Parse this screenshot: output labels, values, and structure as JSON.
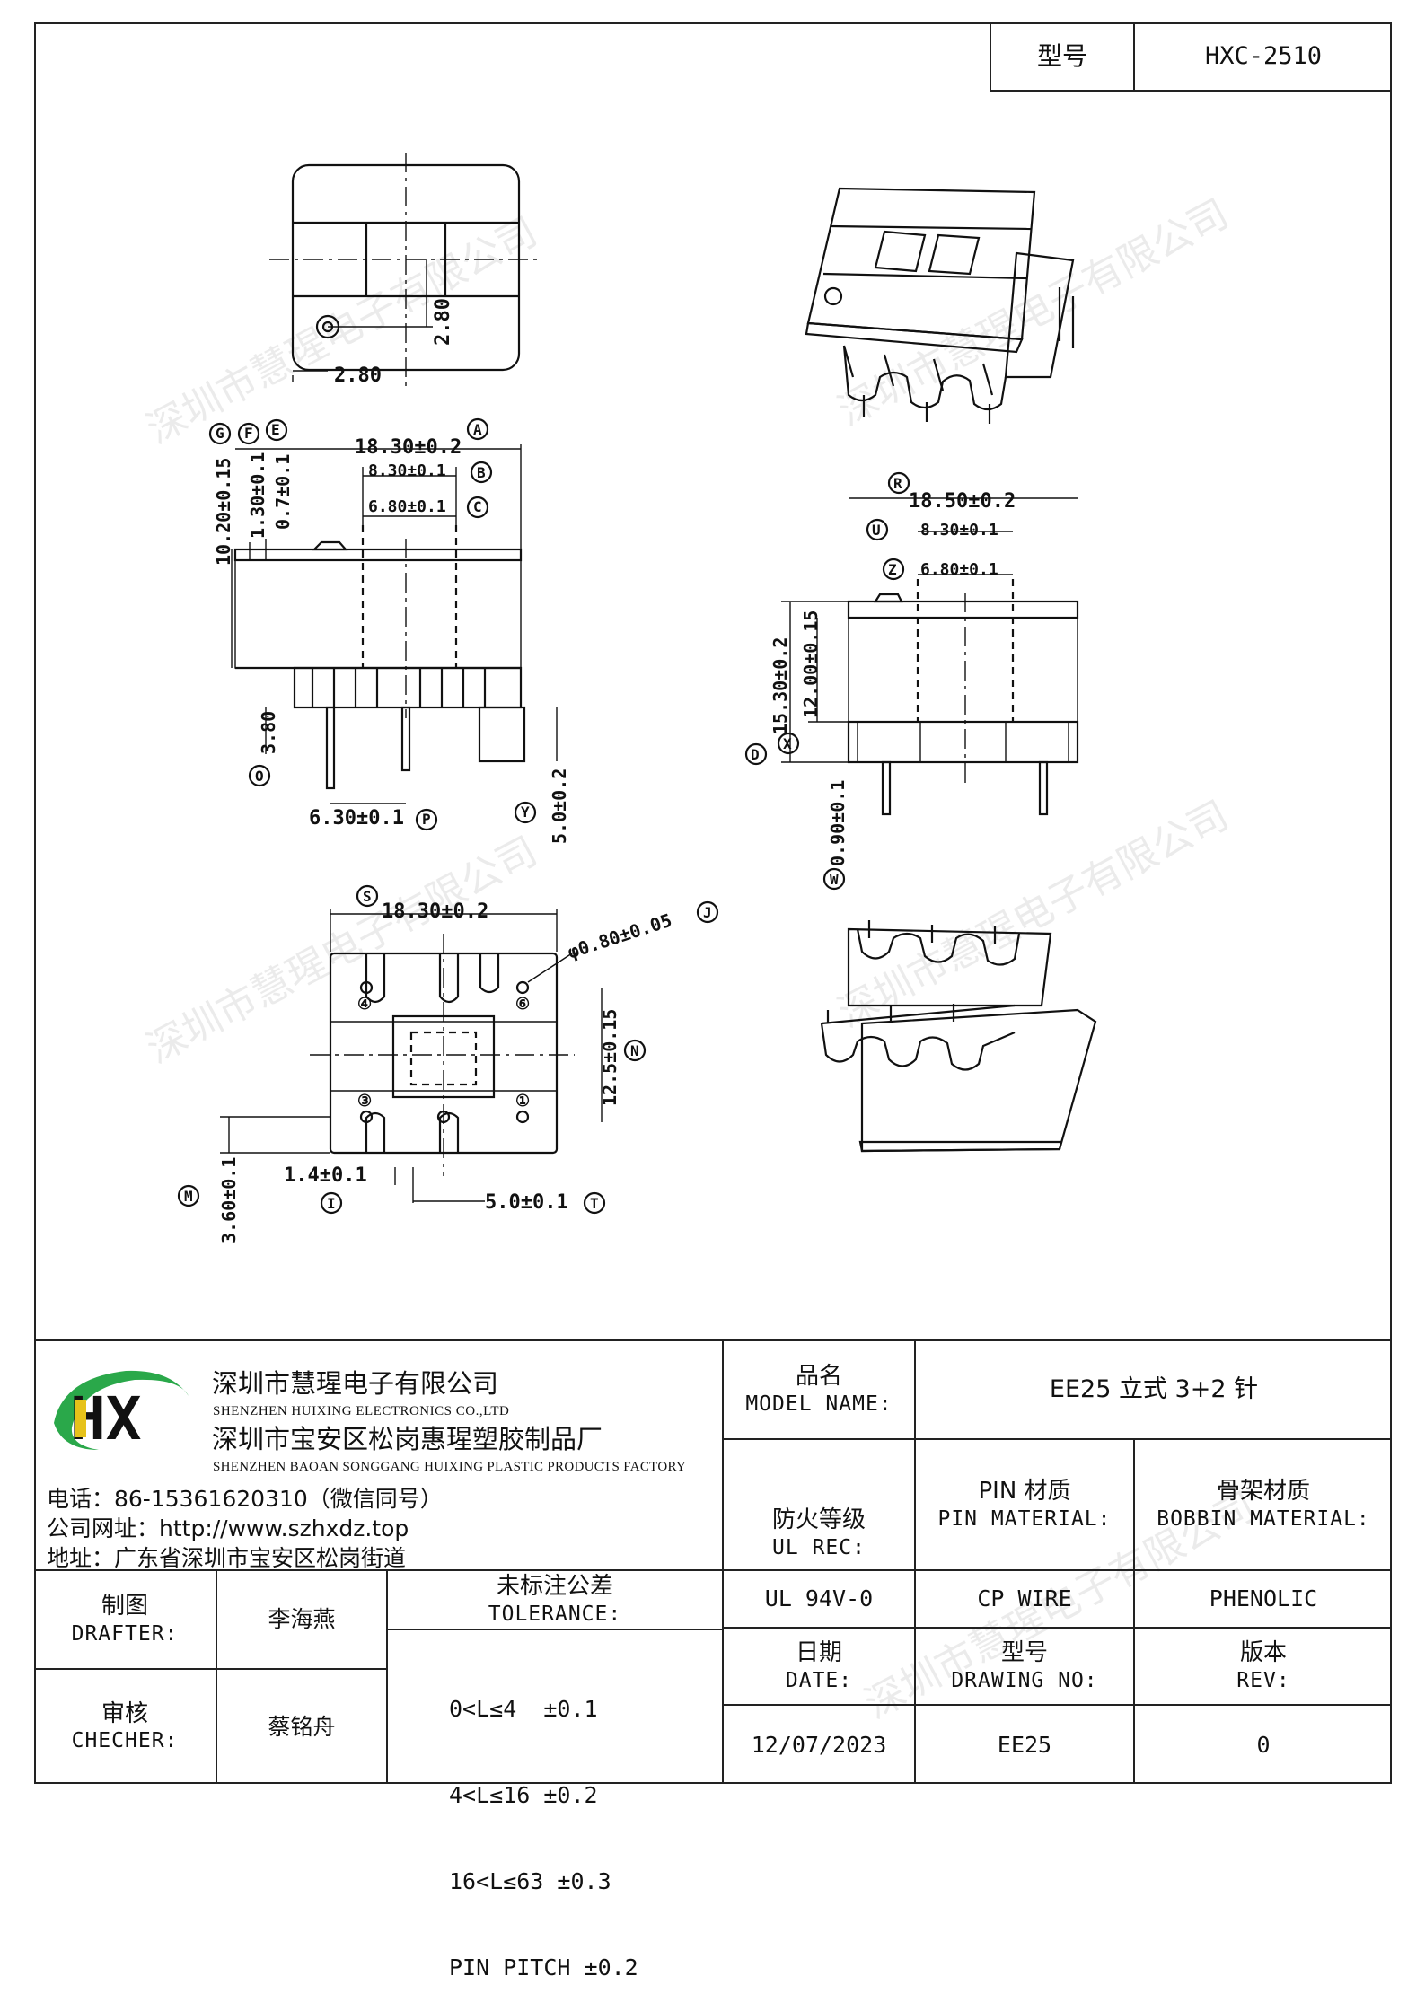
{
  "header": {
    "model_label": "型号",
    "model_value": "HXC-2510"
  },
  "watermark": "深圳市慧瑆电子有限公司",
  "drawing": {
    "top_view": {
      "dim_h": "2.80",
      "dim_v": "2.80"
    },
    "front_view": {
      "dim_a": "18.30±0.2",
      "label_a": "A",
      "dim_b": "8.30±0.1",
      "label_b": "B",
      "dim_c": "6.80±0.1",
      "label_c": "C",
      "dim_g": "10.20±0.15",
      "label_g": "G",
      "dim_f": "1.30±0.1",
      "label_f": "F",
      "dim_e": "0.7±0.1",
      "label_e": "E",
      "dim_o": "3.80",
      "label_o": "O",
      "dim_p": "6.30±0.1",
      "label_p": "P",
      "dim_y": "5.0±0.2",
      "label_y": "Y"
    },
    "side_view": {
      "dim_r": "18.50±0.2",
      "label_r": "R",
      "dim_u": "8.30±0.1",
      "label_u": "U",
      "dim_z": "6.80±0.1",
      "label_z": "Z",
      "dim_d": "15.30±0.2",
      "label_d": "D",
      "dim_x": "12.00±0.15",
      "label_x": "X",
      "dim_w": "0.90±0.1",
      "label_w": "W"
    },
    "bottom_view": {
      "dim_s": "18.30±0.2",
      "label_s": "S",
      "dim_j": "φ0.80±0.05",
      "label_j": "J",
      "dim_n": "12.5±0.15",
      "label_n": "N",
      "dim_m": "3.60±0.1",
      "label_m": "M",
      "dim_i": "1.4±0.1",
      "label_i": "I",
      "dim_t": "5.0±0.1",
      "label_t": "T",
      "pin_4": "④",
      "pin_6": "⑥",
      "pin_3": "③",
      "pin_1": "①"
    }
  },
  "company": {
    "logo_text": "HX",
    "name_cn": "深圳市慧瑆电子有限公司",
    "name_en": "SHENZHEN HUIXING ELECTRONICS CO.,LTD",
    "factory_cn": "深圳市宝安区松岗惠瑆塑胶制品厂",
    "factory_en": "SHENZHEN BAOAN SONGGANG HUIXING PLASTIC PRODUCTS FACTORY",
    "phone": "电话：86-15361620310（微信同号）",
    "website": "公司网址：http://www.szhxdz.top",
    "address": "地址：广东省深圳市宝安区松岗街道"
  },
  "titleblock": {
    "model_name_cn": "品名",
    "model_name_en": "MODEL NAME:",
    "model_name_value": "EE25 立式 3+2 针",
    "ul_cn": "防火等级",
    "ul_en": "UL REC:",
    "ul_value": "UL 94V-0",
    "pin_cn": "PIN 材质",
    "pin_en": "PIN MATERIAL:",
    "pin_value": "CP WIRE",
    "bobbin_cn": "骨架材质",
    "bobbin_en": "BOBBIN MATERIAL:",
    "bobbin_value": "PHENOLIC",
    "drafter_cn": "制图",
    "drafter_en": "DRAFTER:",
    "drafter_value": "李海燕",
    "checker_cn": "审核",
    "checker_en": "CHECHER:",
    "checker_value": "蔡铭舟",
    "tol_cn": "未标注公差",
    "tol_en": "TOLERANCE:",
    "tol_lines": [
      "0<L≤4  ±0.1",
      "4<L≤16 ±0.2",
      "16<L≤63 ±0.3",
      "PIN PITCH ±0.2"
    ],
    "date_cn": "日期",
    "date_en": "DATE:",
    "date_value": "12/07/2023",
    "dwg_cn": "型号",
    "dwg_en": "DRAWING NO:",
    "dwg_value": "EE25",
    "rev_cn": "版本",
    "rev_en": "REV:",
    "rev_value": "0"
  },
  "colors": {
    "logo_green": "#2aa84a",
    "logo_yellow": "#e6c21a",
    "line": "#222222"
  }
}
